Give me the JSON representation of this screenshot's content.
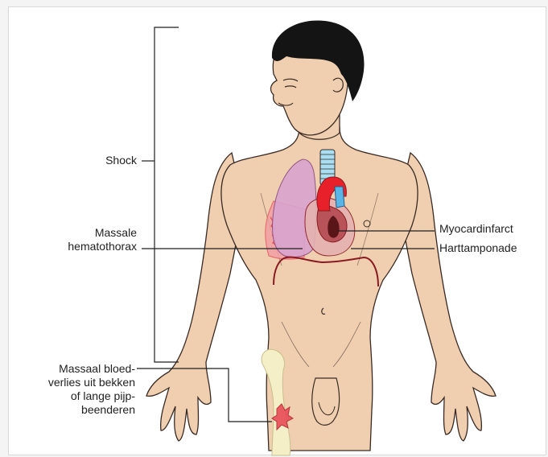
{
  "labels": {
    "shock": "Shock",
    "massale_line1": "Massale",
    "massale_line2": "hematothorax",
    "myocardinfarct": "Myocardinfarct",
    "harttamponade": "Harttamponade",
    "bloed_line1": "Massaal bloed-",
    "bloed_line2": "verlies uit bekken",
    "bloed_line3": "of lange pijp-",
    "bloed_line4": "beenderen"
  },
  "colors": {
    "skin": "#f0cfb0",
    "skin_outline": "#3a2a24",
    "hair": "#141414",
    "lung": "#d9a4cf",
    "heart": "#e8202a",
    "vessel_blue": "#5ab5e6",
    "bleed": "#e84b57",
    "bone": "#f5efc7",
    "diaphragm": "#8a1a22",
    "leader_line": "#1f1f1f"
  }
}
